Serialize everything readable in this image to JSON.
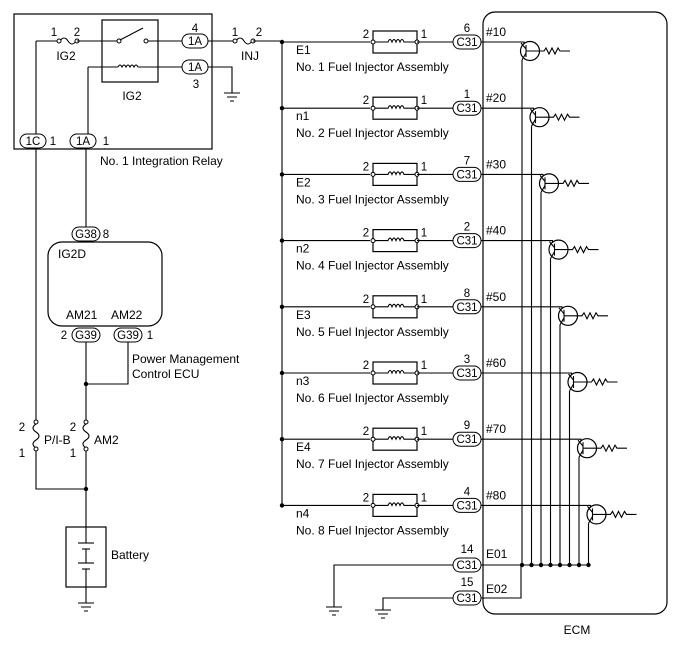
{
  "relay": {
    "name": "No. 1 Integration Relay",
    "ig2_fuse": "IG2",
    "ig2_relay": "IG2",
    "inj_fuse": "INJ",
    "conn_1a": "1A",
    "conn_1c": "1C",
    "pin_1": "1",
    "pin_2": "2",
    "pin_3": "3",
    "pin_4": "4"
  },
  "pmecu": {
    "name_line1": "Power Management",
    "name_line2": "Control ECU",
    "ig2d": "IG2D",
    "am21": "AM21",
    "am22": "AM22",
    "conn_g38": "G38",
    "conn_g39": "G39",
    "pin_g38": "8",
    "pin_am21": "2",
    "pin_am22": "1"
  },
  "fuses": {
    "pib": "P/I-B",
    "am2": "AM2",
    "pin_top": "2",
    "pin_bottom": "1"
  },
  "battery": {
    "label": "Battery"
  },
  "ecm": {
    "label": "ECM",
    "connector": "C31",
    "e01": "E01",
    "e02": "E02",
    "e01_pin": "14",
    "e02_pin": "15"
  },
  "injector_pins": {
    "left": "2",
    "right": "1"
  },
  "injectors": [
    {
      "code": "E1",
      "name": "No. 1 Fuel Injector Assembly",
      "pin": "6",
      "signal": "#10"
    },
    {
      "code": "n1",
      "name": "No. 2 Fuel Injector Assembly",
      "pin": "1",
      "signal": "#20"
    },
    {
      "code": "E2",
      "name": "No. 3 Fuel Injector Assembly",
      "pin": "7",
      "signal": "#30"
    },
    {
      "code": "n2",
      "name": "No. 4 Fuel Injector Assembly",
      "pin": "2",
      "signal": "#40"
    },
    {
      "code": "E3",
      "name": "No. 5 Fuel Injector Assembly",
      "pin": "8",
      "signal": "#50"
    },
    {
      "code": "n3",
      "name": "No. 6 Fuel Injector Assembly",
      "pin": "3",
      "signal": "#60"
    },
    {
      "code": "E4",
      "name": "No. 7 Fuel Injector Assembly",
      "pin": "9",
      "signal": "#70"
    },
    {
      "code": "n4",
      "name": "No. 8 Fuel Injector Assembly",
      "pin": "4",
      "signal": "#80"
    }
  ]
}
